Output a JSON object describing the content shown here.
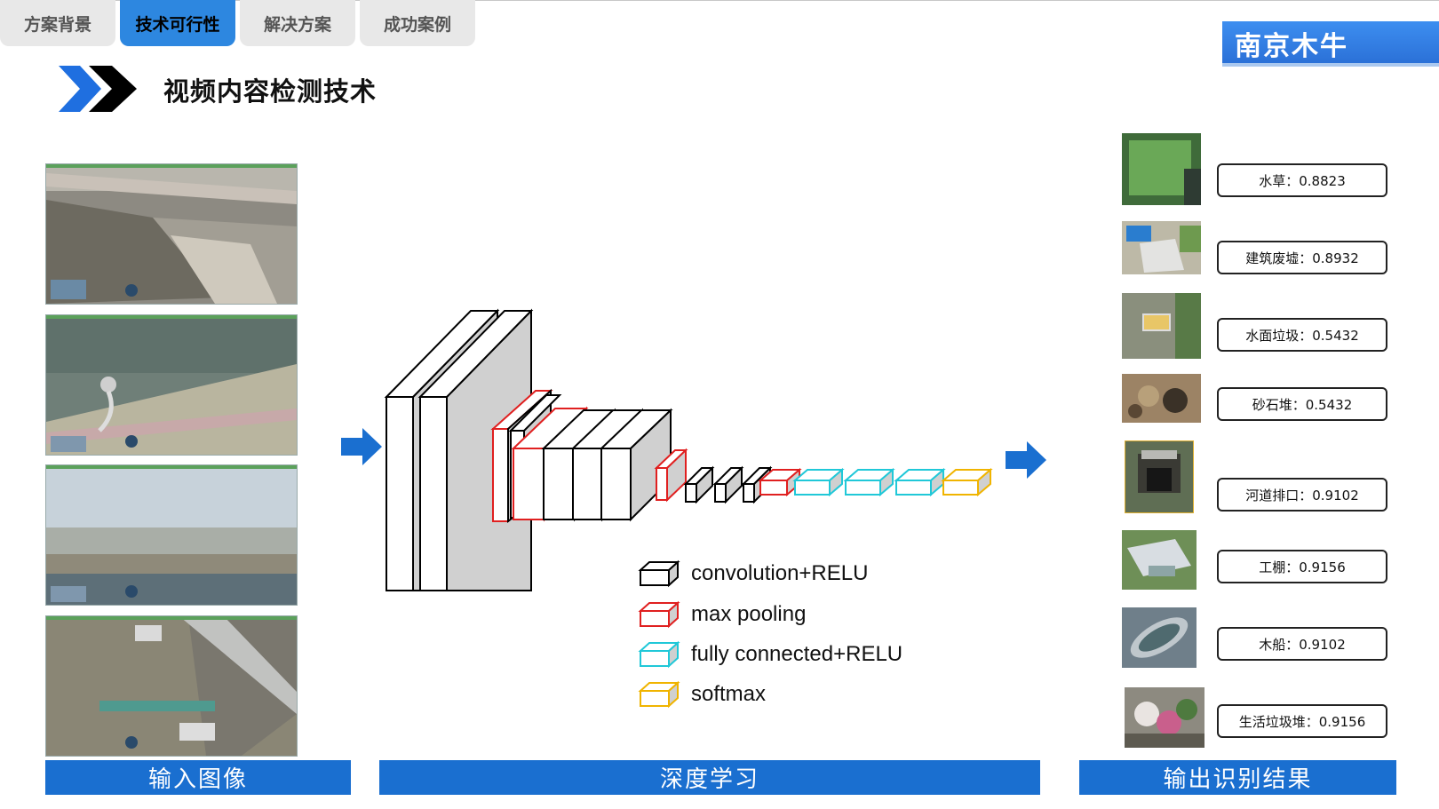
{
  "tabs": [
    {
      "label": "方案背景",
      "active": false
    },
    {
      "label": "技术可行性",
      "active": true
    },
    {
      "label": "解决方案",
      "active": false
    },
    {
      "label": "成功案例",
      "active": false
    }
  ],
  "brand": "南京木牛",
  "section_title": "视频内容检测技术",
  "pipeline": {
    "input_label": "输入图像",
    "model_label": "深度学习",
    "output_label": "输出识别结果"
  },
  "legend": [
    {
      "label": "convolution+RELU",
      "color": "#000000"
    },
    {
      "label": "max pooling",
      "color": "#e02020"
    },
    {
      "label": "fully connected+RELU",
      "color": "#20c8d8"
    },
    {
      "label": "softmax",
      "color": "#f0b400"
    }
  ],
  "results": [
    {
      "label": "水草：0.8823",
      "icon": "aquatic-weed-photo"
    },
    {
      "label": "建筑废墟：0.8932",
      "icon": "construction-debris-photo"
    },
    {
      "label": "水面垃圾：0.5432",
      "icon": "floating-garbage-photo"
    },
    {
      "label": "砂石堆：0.5432",
      "icon": "sand-pile-photo"
    },
    {
      "label": "河道排口：0.9102",
      "icon": "river-outlet-photo"
    },
    {
      "label": "工棚：0.9156",
      "icon": "work-shed-photo"
    },
    {
      "label": "木船：0.9102",
      "icon": "wooden-boat-photo"
    },
    {
      "label": "生活垃圾堆：0.9156",
      "icon": "household-garbage-photo"
    }
  ],
  "colors": {
    "accent": "#1a6fd0",
    "tab_active": "#2d87e0",
    "tab_inactive": "#e8e8e8",
    "arrow": "#1a6fd0"
  }
}
